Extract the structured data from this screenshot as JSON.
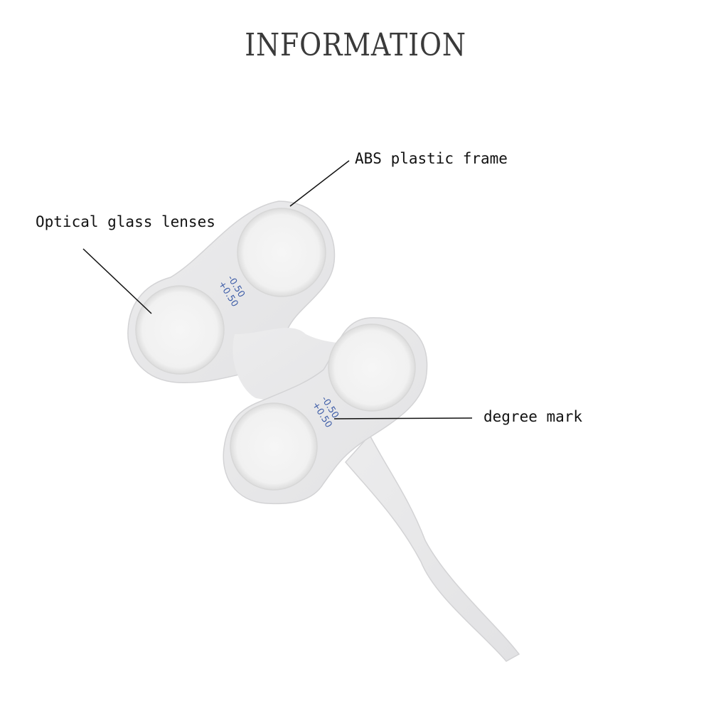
{
  "title": "INFORMATION",
  "callouts": {
    "frame": "ABS plastic frame",
    "lenses": "Optical glass lenses",
    "degree": "degree mark"
  },
  "degree_marks": {
    "upper": {
      "minus": "-0.50",
      "plus": "+0.50"
    },
    "lower": {
      "minus": "-0.50",
      "plus": "+0.50"
    }
  },
  "colors": {
    "frame": "#e9e9ea",
    "frame_edge": "#d2d2d4",
    "lens": "#f3f3f3",
    "mark": "#3f5ea8"
  }
}
